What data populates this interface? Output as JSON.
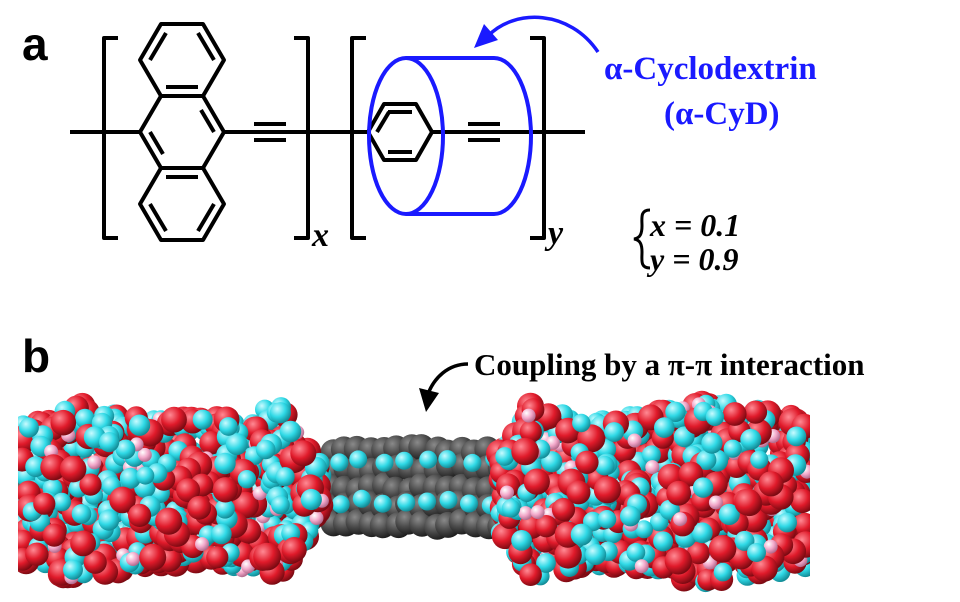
{
  "panel_a": {
    "label": "a",
    "cyclodextrin_name": "α-Cyclodextrin",
    "cyclodextrin_abbr": "(α-CyD)",
    "subscript_x": "x",
    "subscript_y": "y",
    "ratio_x": "x = 0.1",
    "ratio_y": "y = 0.9"
  },
  "panel_b": {
    "label": "b",
    "annotation": "Coupling by a π-π interaction"
  },
  "colors": {
    "bond": "#000000",
    "cyclodextrin": "#1a1aff",
    "oxygen": "#e01a2a",
    "hydrogen": "#2fd9e6",
    "hydroxyl_h": "#f2a7c9",
    "carbon": "#4a4a4a"
  }
}
